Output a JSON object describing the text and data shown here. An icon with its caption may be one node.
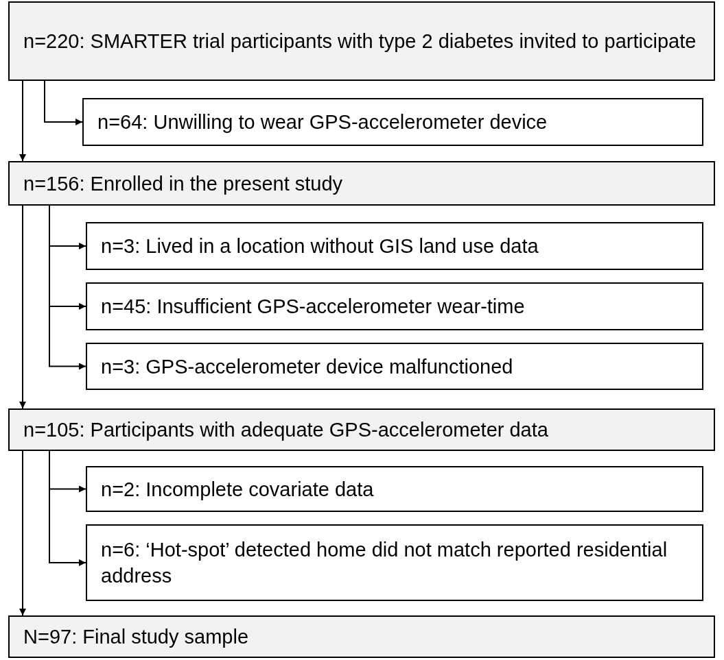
{
  "diagram": {
    "nodes": [
      {
        "text": [
          "n=220: SMARTER trial participants with type 2 diabetes invited to participate"
        ]
      },
      {
        "text": [
          "n=64: Unwilling to wear GPS-accelerometer device"
        ]
      },
      {
        "text": [
          "n=156: Enrolled in the present study"
        ]
      },
      {
        "text": [
          "n=3: Lived in a location without GIS land use data"
        ]
      },
      {
        "text": [
          "n=45: Insufficient GPS-accelerometer wear-time"
        ]
      },
      {
        "text": [
          "n=3: GPS-accelerometer device malfunctioned"
        ]
      },
      {
        "text": [
          "n=105: Participants with adequate GPS-accelerometer data"
        ]
      },
      {
        "text": [
          "n=2: Incomplete covariate data"
        ]
      },
      {
        "text": [
          "n=6: ‘Hot-spot’ detected home did not match reported residential address"
        ]
      },
      {
        "text": [
          "N=97: Final study sample"
        ]
      }
    ],
    "edges": [
      {
        "from": 0,
        "to": 1,
        "arrow": "to"
      },
      {
        "from": 0,
        "to": 2,
        "arrow": "to"
      },
      {
        "from": 2,
        "to": 3,
        "arrow": "to"
      },
      {
        "from": 2,
        "to": 4,
        "arrow": "to"
      },
      {
        "from": 2,
        "to": 5,
        "arrow": "to"
      },
      {
        "from": 2,
        "to": 6,
        "arrow": "to"
      },
      {
        "from": 6,
        "to": 7,
        "arrow": "to"
      },
      {
        "from": 6,
        "to": 8,
        "arrow": "to"
      },
      {
        "from": 6,
        "to": 9,
        "arrow": "to"
      }
    ]
  }
}
